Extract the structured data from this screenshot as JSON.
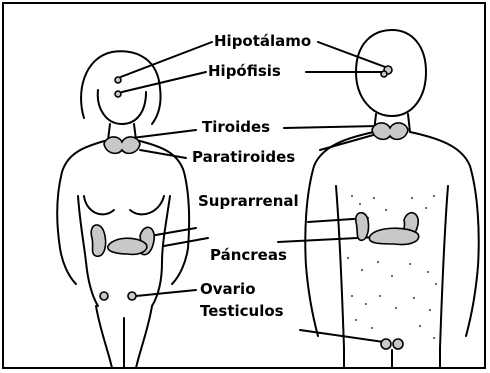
{
  "labels": {
    "hipotalamo": "Hipotálamo",
    "hipofisis": "Hipófisis",
    "tiroides": "Tiroides",
    "paratiroides": "Paratiroides",
    "suprarrenal": "Suprarrenal",
    "pancreas": "Páncreas",
    "ovario": "Ovario",
    "testiculos": "Testiculos"
  },
  "colors": {
    "ink": "#000000",
    "background": "#ffffff",
    "organ_fill": "#c8c8c8"
  }
}
